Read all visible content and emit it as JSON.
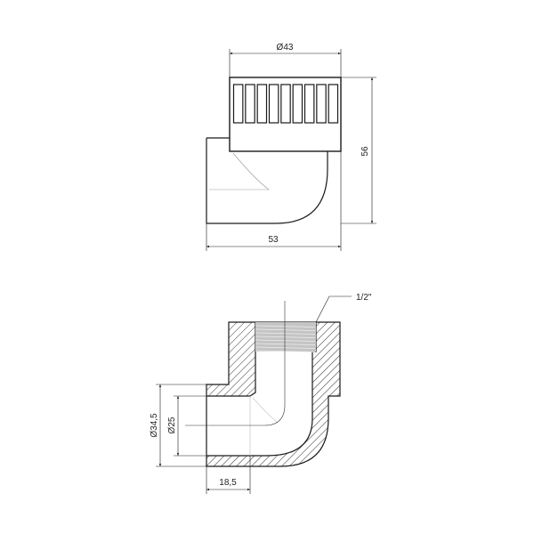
{
  "top_view": {
    "dim_diameter": "Ø43",
    "dim_height": "56",
    "dim_width": "53",
    "rib_count": 9
  },
  "section_view": {
    "dim_thread": "1/2\"",
    "dim_outer_diameter": "Ø34,5",
    "dim_inner_diameter": "Ø25",
    "dim_socket_depth": "18,5"
  },
  "colors": {
    "line": "#1a1a1a",
    "thread": "#b5b5b5",
    "hatch": "#333333"
  }
}
